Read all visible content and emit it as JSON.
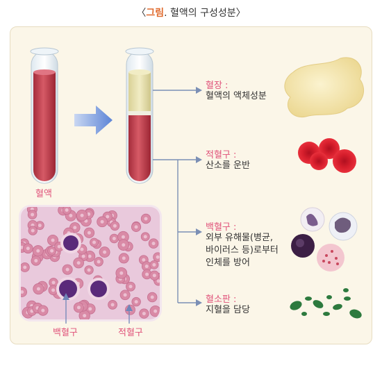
{
  "title": {
    "prefix": "그림",
    "text": "혈액의 구성성분",
    "open": "〈",
    "close": "〉",
    "dot": "."
  },
  "tube_label": "혈액",
  "components": [
    {
      "name": "혈장 :",
      "desc": "혈액의 액체성분"
    },
    {
      "name": "적혈구 :",
      "desc": "산소를 운반"
    },
    {
      "name": "백혈구 :",
      "desc": "외부 유해물(병균,\n바이러스 등)로부터\n인체를 방어"
    },
    {
      "name": "혈소판 :",
      "desc": "지혈을 담당"
    }
  ],
  "micro_labels": {
    "wbc": "백혈구",
    "rbc": "적혈구"
  },
  "colors": {
    "label": "#e0527a",
    "arrow": "#7b8fb5",
    "blood": "#c4404e",
    "plasma": "#e6dfa8"
  }
}
